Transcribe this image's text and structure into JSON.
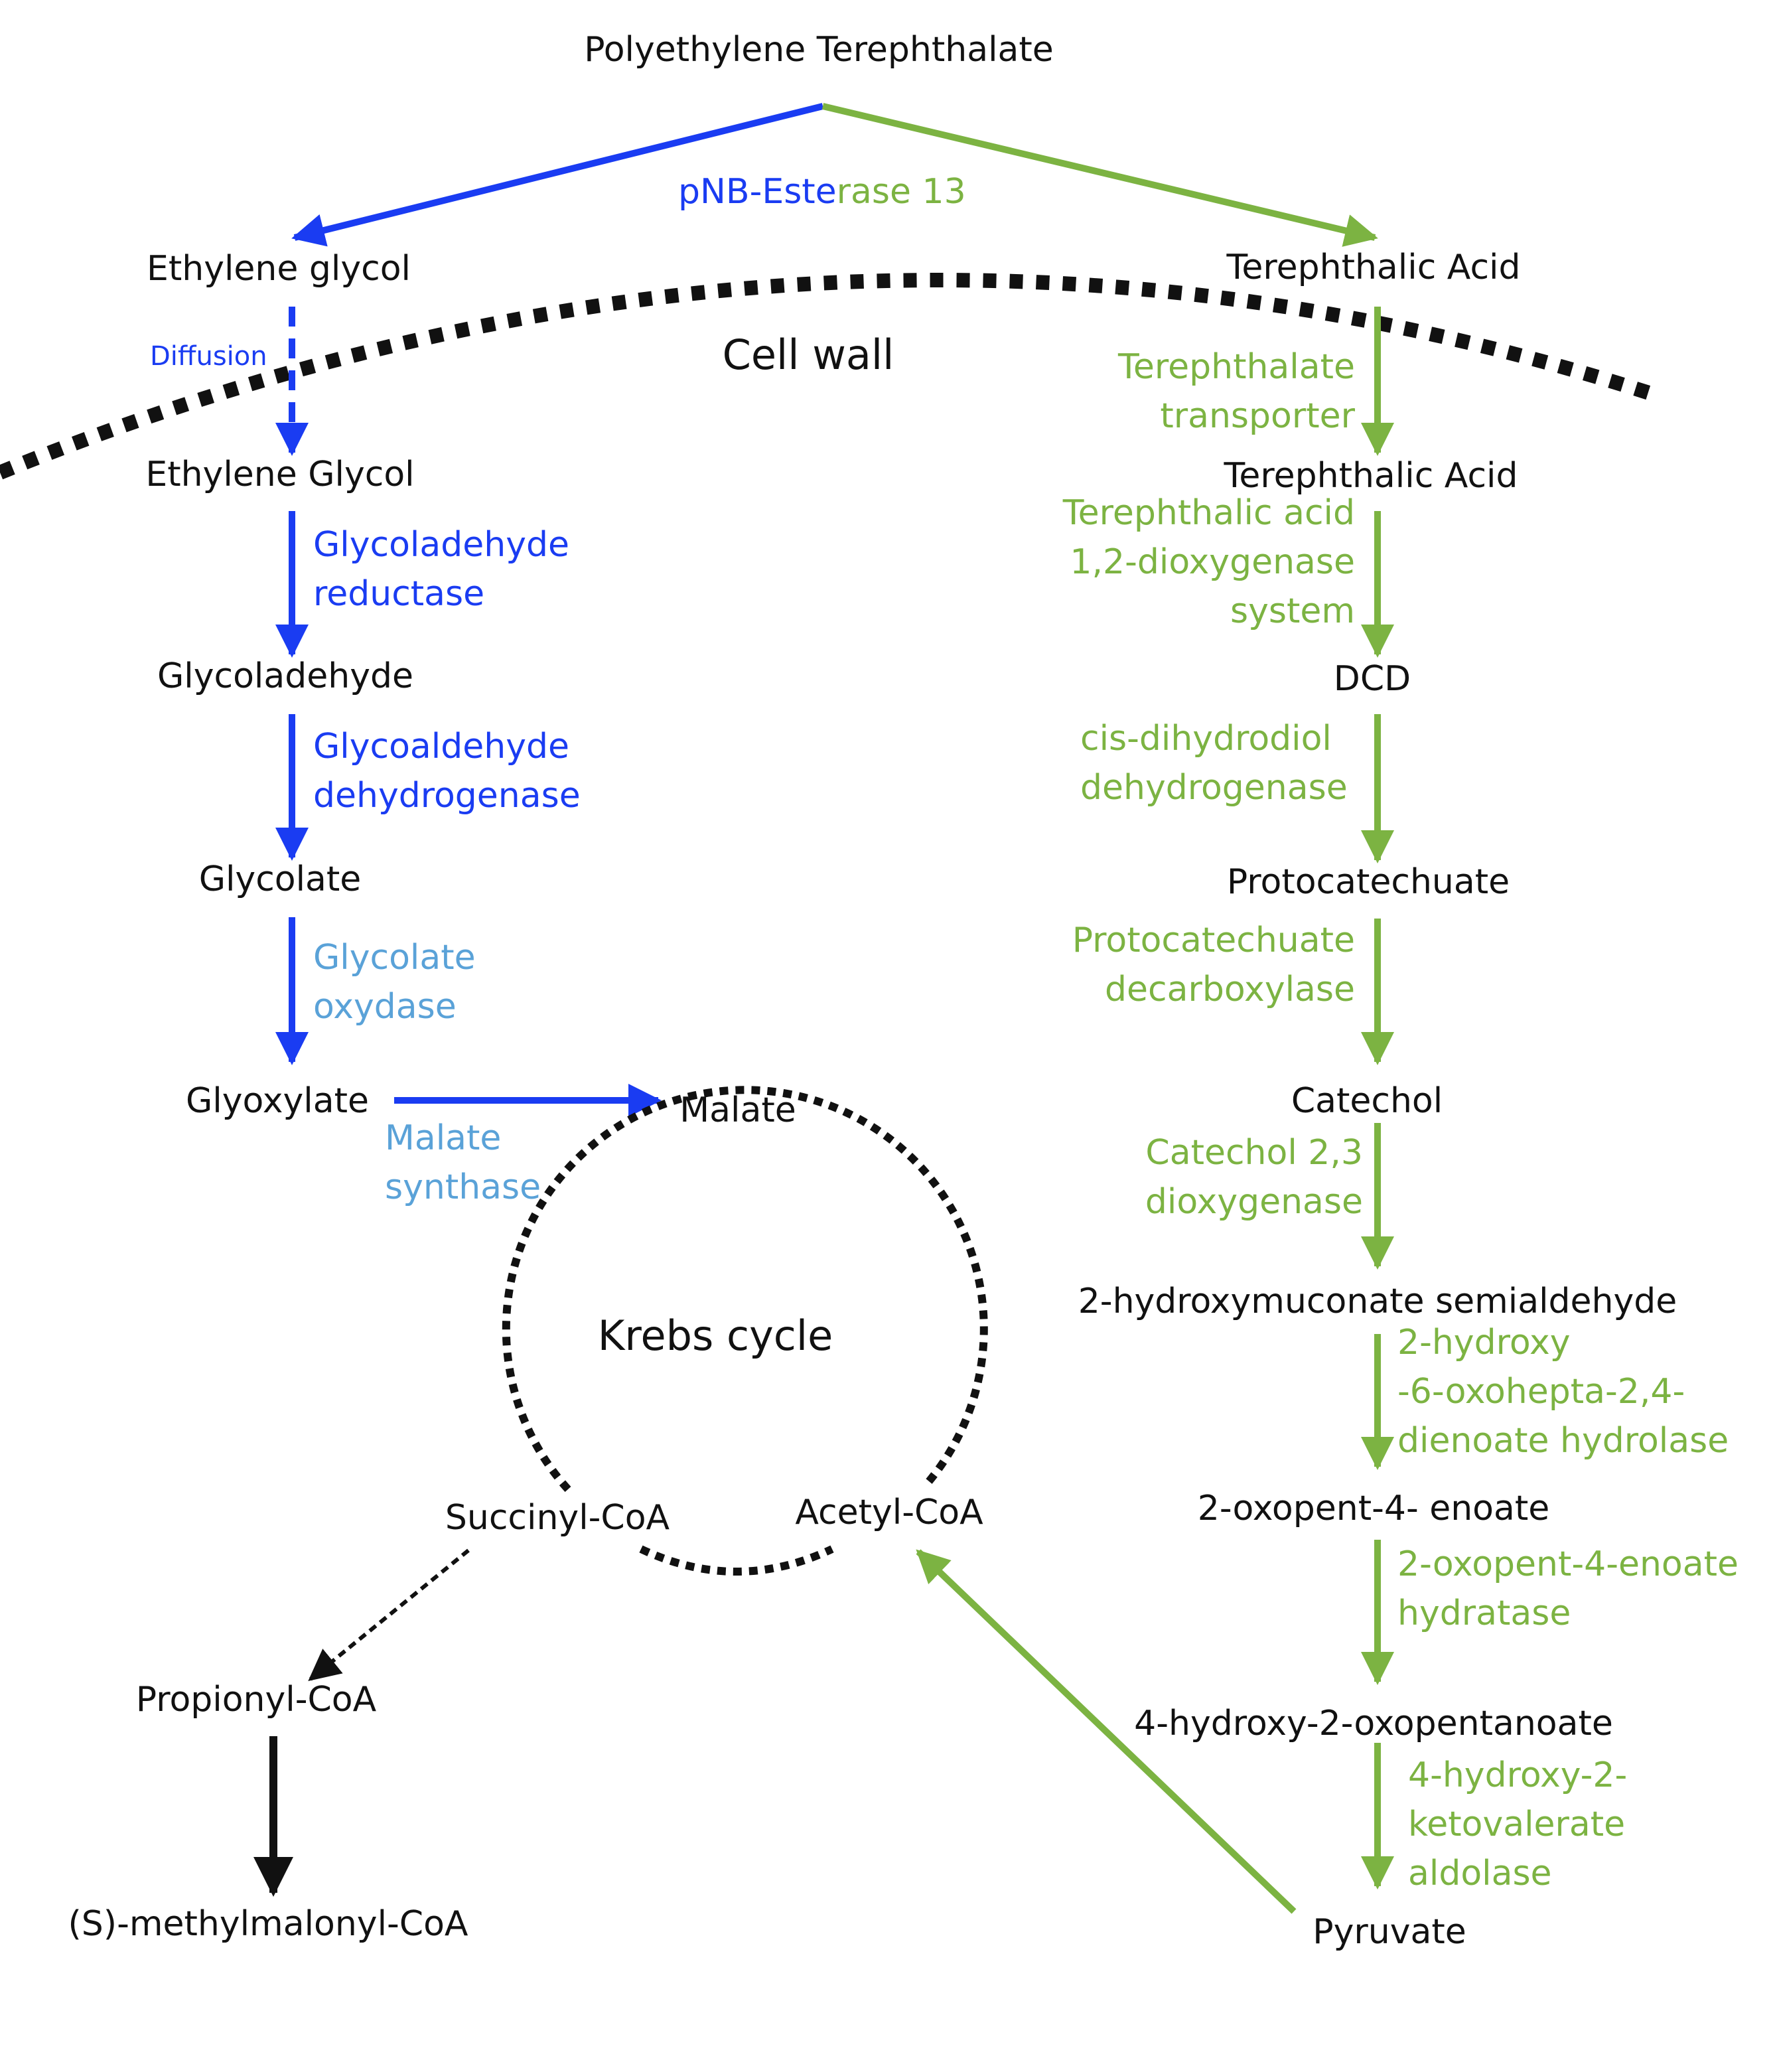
{
  "colors": {
    "blue": "#1a3cf2",
    "light_blue": "#5aa2d8",
    "green": "#7cb342",
    "black": "#111111"
  },
  "top": {
    "polymer": "Polyethylene Terephthalate",
    "enzyme_part_blue": "pNB-Este",
    "enzyme_part_green": "rase 13"
  },
  "membrane": {
    "label": "Cell wall"
  },
  "left": {
    "ethylene_glycol_out": "Ethylene glycol",
    "diffusion": "Diffusion",
    "ethylene_glycol_in": "Ethylene Glycol",
    "enzyme1_line1": "Glycoladehyde",
    "enzyme1_line2": "reductase",
    "glycoladehyde": "Glycoladehyde",
    "enzyme2_line1": "Glycoaldehyde",
    "enzyme2_line2": "dehydrogenase",
    "glycolate": "Glycolate",
    "enzyme3_line1": "Glycolate",
    "enzyme3_line2": "oxydase",
    "glyoxylate": "Glyoxylate",
    "enzyme4_line1": "Malate",
    "enzyme4_line2": "synthase"
  },
  "krebs": {
    "title": "Krebs cycle",
    "malate": "Malate",
    "succinyl": "Succinyl-CoA",
    "acetyl": "Acetyl-CoA",
    "propionyl": "Propionyl-CoA",
    "methylmalonyl": "(S)-methylmalonyl-CoA"
  },
  "right": {
    "ta_out": "Terephthalic Acid",
    "transporter_line1": "Terephthalate",
    "transporter_line2": "transporter",
    "ta_in": "Terephthalic Acid",
    "dioxygenase_line1": "Terephthalic acid",
    "dioxygenase_line2": "1,2-dioxygenase",
    "dioxygenase_line3": "system",
    "dcd": "DCD",
    "dehydrogenase_line1": "cis-dihydrodiol",
    "dehydrogenase_line2": "dehydrogenase",
    "protocatechuate": "Protocatechuate",
    "decarboxylase_line1": "Protocatechuate",
    "decarboxylase_line2": "decarboxylase",
    "catechol": "Catechol",
    "catechol_enzyme_line1": "Catechol 2,3",
    "catechol_enzyme_line2": "dioxygenase",
    "hms": "2-hydroxymuconate semialdehyde",
    "hydrolase_line1": "2-hydroxy",
    "hydrolase_line2": "-6-oxohepta-2,4-",
    "hydrolase_line3": "dienoate  hydrolase",
    "oxopentenoate": "2-oxopent-4- enoate",
    "hydratase_line1": "2-oxopent-4-enoate",
    "hydratase_line2": "hydratase",
    "hydroxy_oxopentanoate": "4-hydroxy-2-oxopentanoate",
    "aldolase_line1": "4-hydroxy-2-",
    "aldolase_line2": "ketovalerate",
    "aldolase_line3": "aldolase",
    "pyruvate": "Pyruvate"
  }
}
